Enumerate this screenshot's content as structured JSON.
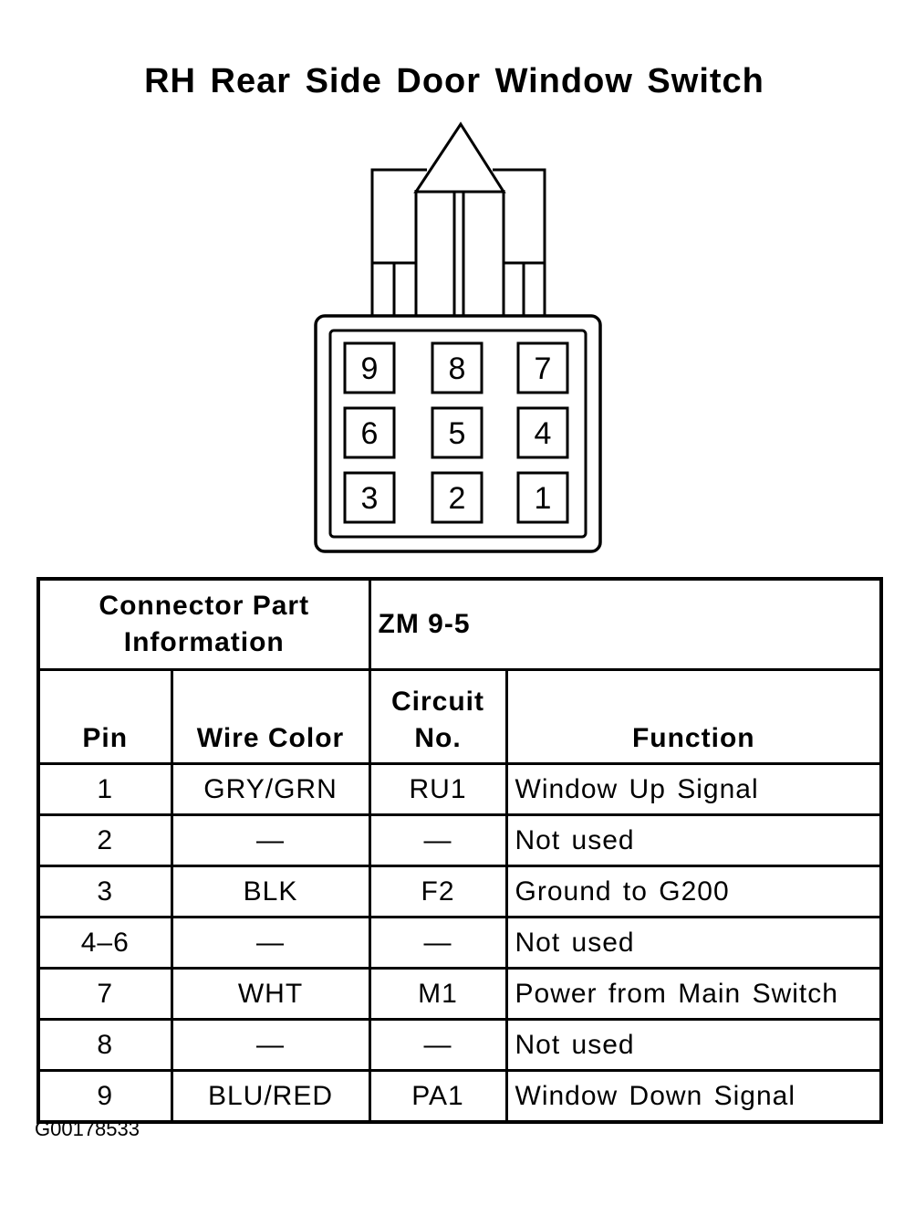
{
  "title": "RH Rear Side Door Window Switch",
  "connector": {
    "pins": [
      "9",
      "8",
      "7",
      "6",
      "5",
      "4",
      "3",
      "2",
      "1"
    ]
  },
  "table": {
    "part_info_label_line1": "Connector Part",
    "part_info_label_line2": "Information",
    "part_info_value": "ZM 9-5",
    "headers": {
      "pin": "Pin",
      "wire_color": "Wire Color",
      "circuit_line1": "Circuit",
      "circuit_line2": "No.",
      "function": "Function"
    },
    "rows": [
      {
        "pin": "1",
        "wire_color": "GRY/GRN",
        "circuit": "RU1",
        "function": "Window Up Signal"
      },
      {
        "pin": "2",
        "wire_color": "—",
        "circuit": "—",
        "function": "Not used"
      },
      {
        "pin": "3",
        "wire_color": "BLK",
        "circuit": "F2",
        "function": "Ground to G200"
      },
      {
        "pin": "4–6",
        "wire_color": "—",
        "circuit": "—",
        "function": "Not used"
      },
      {
        "pin": "7",
        "wire_color": "WHT",
        "circuit": "M1",
        "function": "Power from Main Switch"
      },
      {
        "pin": "8",
        "wire_color": "—",
        "circuit": "—",
        "function": "Not used"
      },
      {
        "pin": "9",
        "wire_color": "BLU/RED",
        "circuit": "PA1",
        "function": "Window Down Signal"
      }
    ]
  },
  "footer_id": "G00178533"
}
